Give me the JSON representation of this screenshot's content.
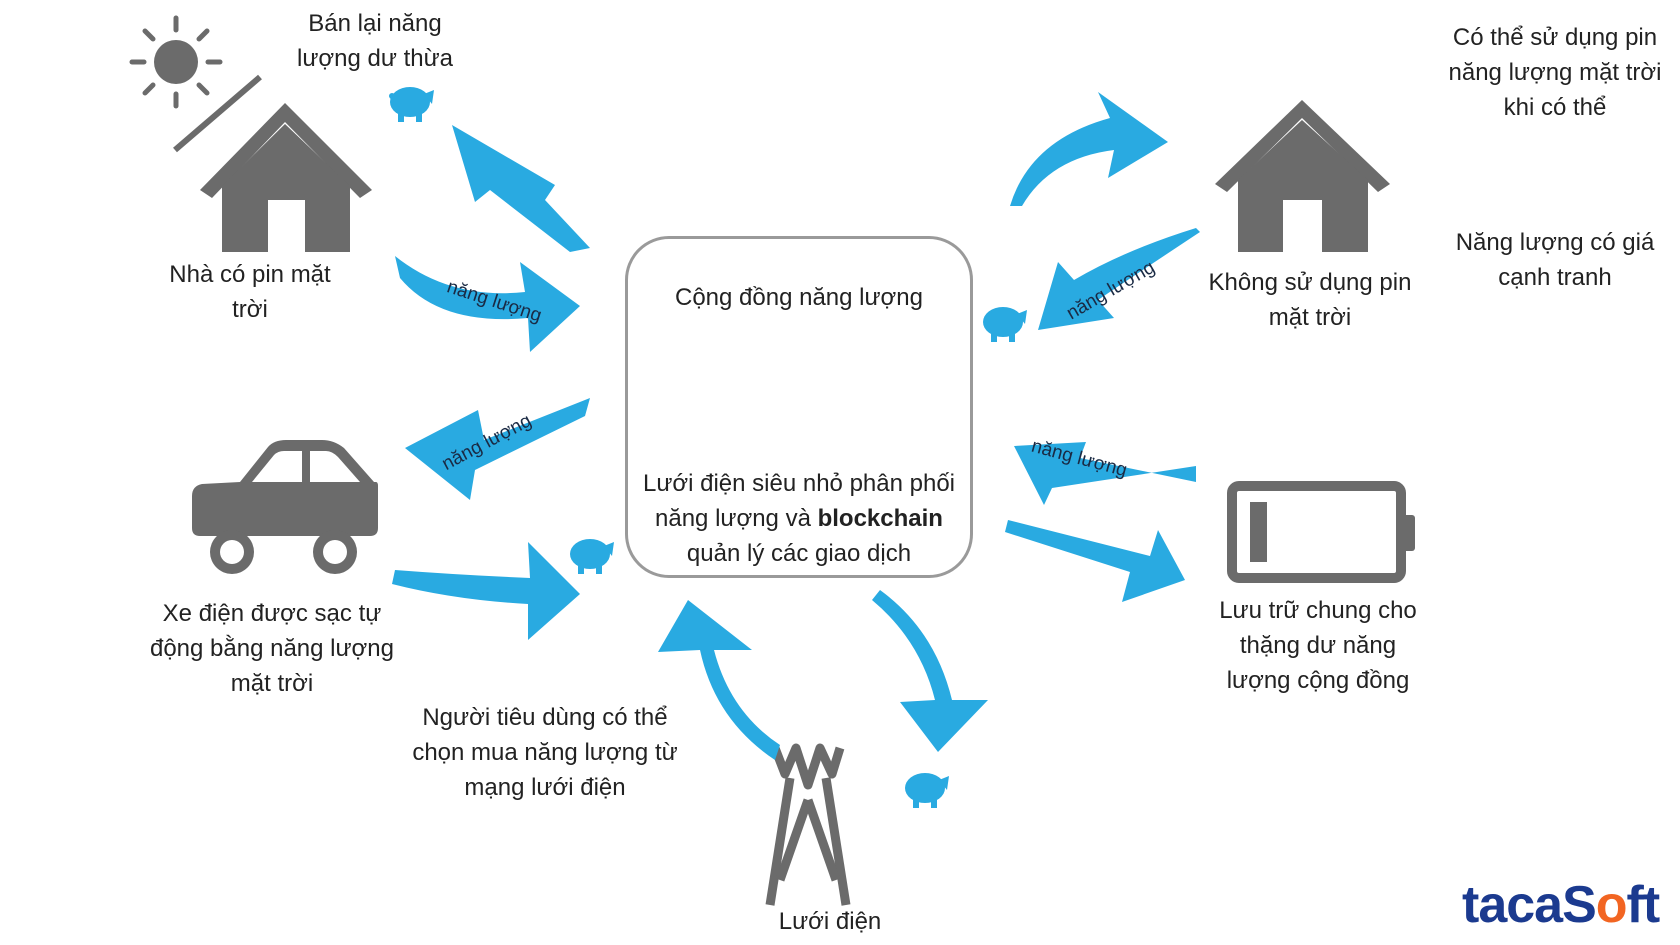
{
  "colors": {
    "arrow": "#29aae1",
    "icon": "#6b6b6b",
    "accent_green": "#3cc34a",
    "logo_blue": "#1b3a8f",
    "logo_orange": "#f26522"
  },
  "center": {
    "title": "Cộng đồng năng lượng",
    "desc_line1": "Lưới điện siêu nhỏ phân phối",
    "desc_line2_pre": "năng lượng và ",
    "desc_line2_bold": "blockchain",
    "desc_line3": "quản lý các giao dịch",
    "icon": "computer-network-icon"
  },
  "labels": {
    "sell_surplus": [
      "Bán lại năng",
      "lượng dư thừa"
    ],
    "solar_house": [
      "Nhà có pin mặt",
      "trời"
    ],
    "ev": [
      "Xe điện được sạc tự",
      "động bằng năng lượng",
      "mặt trời"
    ],
    "consumer": [
      "Người tiêu dùng có thể",
      "chọn mua năng lượng từ",
      "mạng lưới  điện"
    ],
    "grid": "Lưới điện",
    "solar_when_possible": [
      "Có thể sử dụng pin",
      "năng lượng mặt trời",
      "khi có thể"
    ],
    "competitive": [
      "Năng lượng có giá",
      "cạnh tranh"
    ],
    "no_solar": [
      "Không sử dụng pin",
      "mặt trời"
    ],
    "storage": [
      "Lưu trữ chung cho",
      "thặng dư năng",
      "lượng cộng đồng"
    ]
  },
  "arrow_labels": {
    "a1": "năng lượng",
    "a2": "năng lượng",
    "a3": "năng lượng",
    "a4": "năng lượng"
  },
  "icons": [
    "sun-icon",
    "solar-house-icon",
    "piggy-bank-icon",
    "car-icon",
    "battery-icon",
    "house-icon",
    "power-tower-icon"
  ],
  "logo": {
    "main": "taca",
    "second": "S",
    "o": "o",
    "end": "ft"
  }
}
